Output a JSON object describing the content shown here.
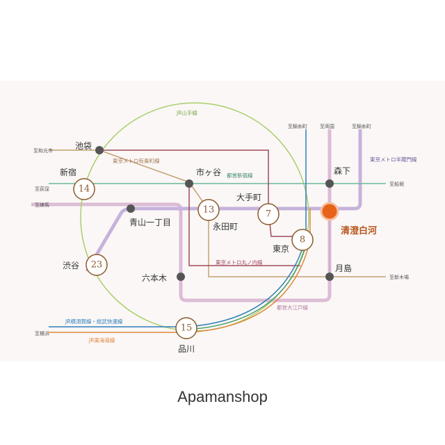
{
  "lines": {
    "yamanote": "JR山手線",
    "yurakucho": "東京メトロ有楽町線",
    "shinjuku_line": "都営新宿線",
    "marunouchi": "東京メトロ丸ノ内線",
    "hanzomon": "東京メトロ半蔵門線",
    "oedo": "都営大江戸線",
    "yokosuka": "JR横須賀線・総武快速線",
    "tokaido": "JR東海道線"
  },
  "stations": {
    "ikebukuro": "池袋",
    "shinjuku": "新宿",
    "ichigaya": "市ヶ谷",
    "aoyama": "青山一丁目",
    "otemachi": "大手町",
    "nagatacho": "永田町",
    "shibuya": "渋谷",
    "roppongi": "六本木",
    "tokyo": "東京",
    "shinagawa": "品川",
    "morishita": "森下",
    "kiyosumi": "清澄白河",
    "tsukishima": "月島"
  },
  "times": {
    "shinjuku": "14",
    "nagatacho": "13",
    "otemachi": "7",
    "tokyo": "8",
    "shibuya": "23",
    "shinagawa": "15"
  },
  "destinations": {
    "wakoshi": "至和光市",
    "ogikubo": "至荻窪",
    "nerima": "至練馬",
    "yokohama": "至横浜",
    "kinshicho1": "至錦糸町",
    "ryogoku": "至両国",
    "kinshicho2": "至錦糸町",
    "funabori": "至船堀",
    "shinkiba": "至新木場"
  },
  "colors": {
    "yamanote": "#9dc75a",
    "yurakucho": "#b8915a",
    "shinjuku_line": "#7fbf8f",
    "marunouchi": "#a84a5c",
    "hanzomon": "#b9a6cf",
    "oedo": "#d8b6cf",
    "yokosuka": "#2e7fb8",
    "tokaido": "#e0873a",
    "keiyo": "#d8a8c0",
    "destination": "#e8631a",
    "number": "#8a5a2b"
  },
  "footer": {
    "brand": "Apamanshop"
  }
}
